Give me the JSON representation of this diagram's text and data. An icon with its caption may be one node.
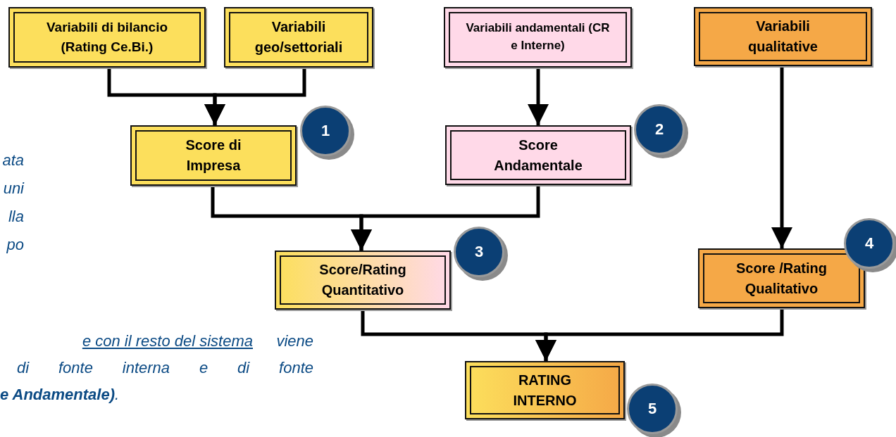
{
  "diagram": {
    "nodes": [
      {
        "text": [
          "Variabili di bilancio (Rating Ce.Bi.)"
        ]
      },
      {
        "text": [
          "Variabili geo/settoriali"
        ]
      },
      {
        "text": [
          "Variabili andamentali (CR e Interne)"
        ]
      },
      {
        "text": [
          "Variabili qualitative"
        ]
      },
      {
        "text": [
          "Score di Impresa"
        ],
        "beside": [
          "1"
        ]
      },
      {
        "text": [
          "Score Andamentale"
        ],
        "beside": [
          "2"
        ]
      },
      {
        "text": [
          "Score/Rating Quantitativo"
        ],
        "beside": [
          "3"
        ]
      },
      {
        "text": [
          "Score /Rating Qualitativo"
        ],
        "beside": [
          "4"
        ]
      },
      {
        "text": [
          "RATING INTERNO"
        ],
        "beside": [
          "5"
        ]
      }
    ],
    "edges": [
      {
        "from": 0,
        "to": 4,
        "arrow": "to"
      },
      {
        "from": 1,
        "to": 4,
        "arrow": "to"
      },
      {
        "from": 2,
        "to": 5,
        "arrow": "to"
      },
      {
        "from": 4,
        "to": 6,
        "arrow": "to"
      },
      {
        "from": 5,
        "to": 6,
        "arrow": "to"
      },
      {
        "from": 3,
        "to": 7,
        "arrow": "to"
      },
      {
        "from": 6,
        "to": 8,
        "arrow": "to"
      },
      {
        "from": 7,
        "to": 8,
        "arrow": "to"
      }
    ],
    "labels": [
      "ata",
      "uni",
      "lla",
      "po",
      "e con il resto del sistema",
      "viene",
      "di fonte interna e di fonte",
      "**e Andamentale)**."
    ]
  }
}
